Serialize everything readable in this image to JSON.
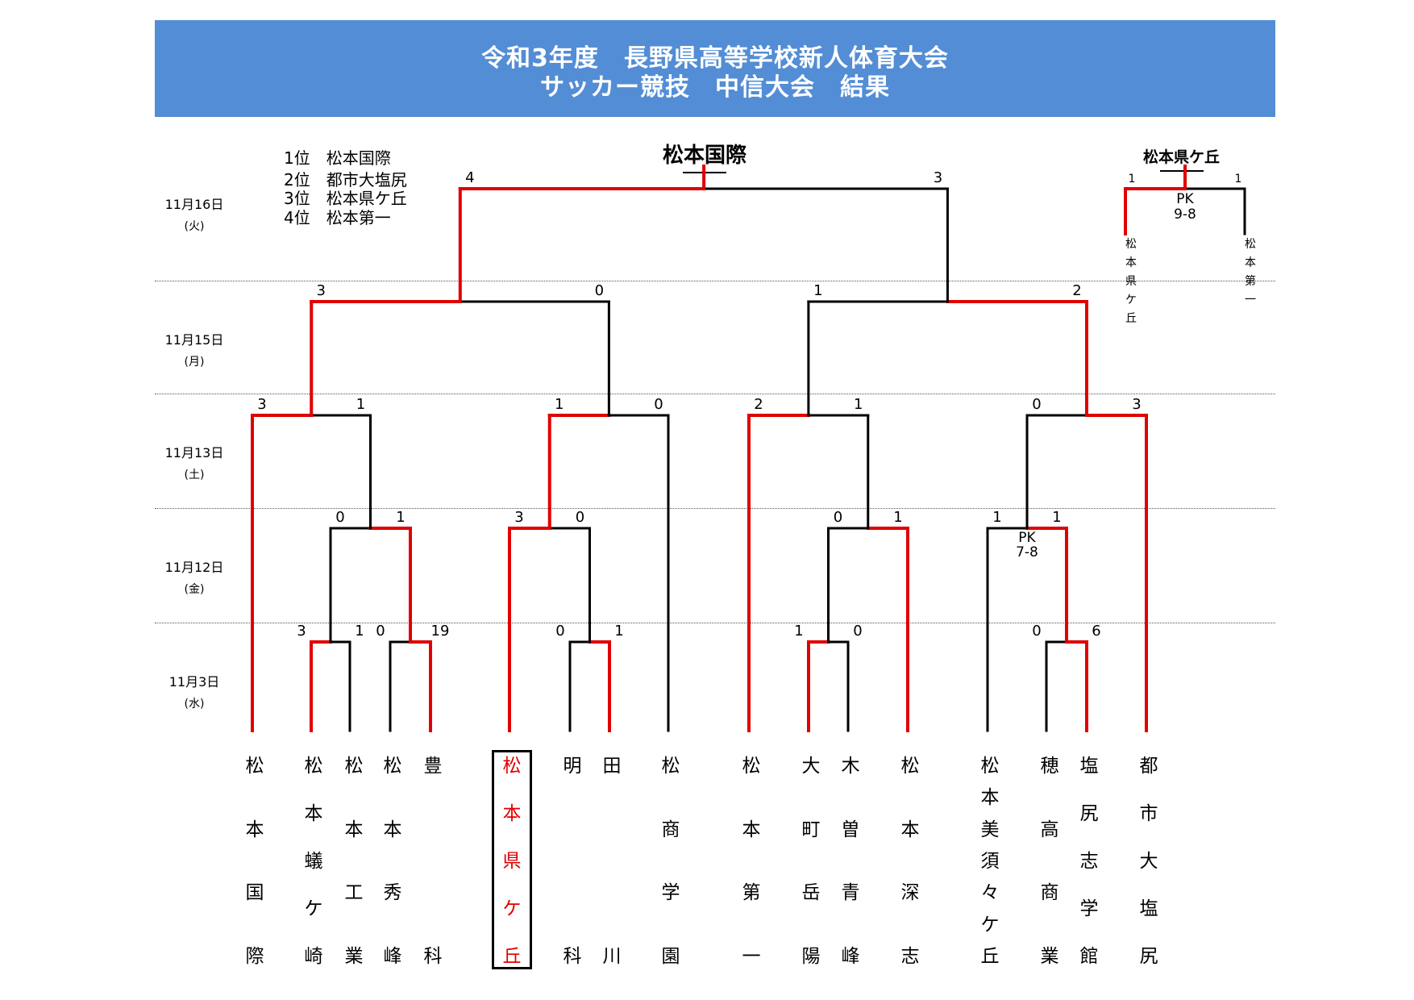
{
  "header": {
    "line1": "令和3年度　長野県高等学校新人体育大会",
    "line2": "サッカー競技　中信大会　結果"
  },
  "rankings": [
    "1位　松本国際",
    "2位　都市大塩尻",
    "3位　松本県ケ丘",
    "4位　松本第一"
  ],
  "dates": [
    {
      "label": "11月16日",
      "weekday": "(火)"
    },
    {
      "label": "11月15日",
      "weekday": "(月)"
    },
    {
      "label": "11月13日",
      "weekday": "(土)"
    },
    {
      "label": "11月12日",
      "weekday": "(金)"
    },
    {
      "label": "11月3日",
      "weekday": "(水)"
    }
  ],
  "champion": "松本国際",
  "third_place": {
    "winner": "松本県ケ丘",
    "left_name": "松本県ケ丘",
    "right_name": "松本第一",
    "left_score": "1",
    "right_score": "1",
    "pk_label": "PK",
    "pk_score": "9-8"
  },
  "colors": {
    "header_bg": "#538dd5",
    "winner_line": "#e00000",
    "loser_line": "#000000"
  },
  "teams": [
    "松本国際",
    "松本蟻ケ崎",
    "松本工業",
    "松本秀峰",
    "豊科",
    "松本県ケ丘",
    "明科",
    "田川",
    "松商学園",
    "松本第一",
    "大町岳陽",
    "木曽青峰",
    "松本深志",
    "松本美須々ケ丘",
    "穂高商業",
    "塩尻志学館",
    "都市大塩尻"
  ],
  "team_display": [
    [
      "松",
      "本",
      "国",
      "際"
    ],
    [
      "松",
      "本",
      "蟻",
      "ケ",
      "崎"
    ],
    [
      "松",
      "本",
      "工",
      "業"
    ],
    [
      "松",
      "本",
      "秀",
      "峰"
    ],
    [
      "豊",
      "科"
    ],
    [
      "松",
      "本",
      "県",
      "ケ",
      "丘"
    ],
    [
      "明",
      "科"
    ],
    [
      "田",
      "川"
    ],
    [
      "松",
      "商",
      "学",
      "園"
    ],
    [
      "松",
      "本",
      "第",
      "一"
    ],
    [
      "大",
      "町",
      "岳",
      "陽"
    ],
    [
      "木",
      "曽",
      "青",
      "峰"
    ],
    [
      "松",
      "本",
      "深",
      "志"
    ],
    [
      "松",
      "本",
      "美",
      "須",
      "々",
      "ケ",
      "丘"
    ],
    [
      "穂",
      "高",
      "商",
      "業"
    ],
    [
      "塩",
      "尻",
      "志",
      "学",
      "館"
    ],
    [
      "都",
      "市",
      "大",
      "塩",
      "尻"
    ]
  ],
  "highlight_team": "松本県ケ丘",
  "rounds": {
    "r1_nov3": [
      {
        "teams": [
          "松本蟻ケ崎",
          "松本工業"
        ],
        "scores": [
          "3",
          "1"
        ],
        "winner": 0
      },
      {
        "teams": [
          "松本秀峰",
          "豊科"
        ],
        "scores": [
          "0",
          "19"
        ],
        "winner": 1
      },
      {
        "teams": [
          "明科",
          "田川"
        ],
        "scores": [
          "0",
          "1"
        ],
        "winner": 1
      },
      {
        "teams": [
          "大町岳陽",
          "木曽青峰"
        ],
        "scores": [
          "1",
          "0"
        ],
        "winner": 0
      },
      {
        "teams": [
          "穂高商業",
          "塩尻志学館"
        ],
        "scores": [
          "0",
          "6"
        ],
        "winner": 1
      }
    ],
    "r2_nov12": [
      {
        "teams": [
          "松本蟻ケ崎",
          "豊科"
        ],
        "scores": [
          "0",
          "1"
        ],
        "winner": 1
      },
      {
        "teams": [
          "松本県ケ丘",
          "田川"
        ],
        "scores": [
          "3",
          "0"
        ],
        "winner": 0
      },
      {
        "teams": [
          "大町岳陽",
          "松本深志"
        ],
        "scores": [
          "0",
          "1"
        ],
        "winner": 1
      },
      {
        "teams": [
          "松本美須々ケ丘",
          "塩尻志学館"
        ],
        "scores": [
          "1",
          "1"
        ],
        "winner": 1,
        "pk_label": "PK",
        "pk_score": "7-8"
      }
    ],
    "r3_nov13": [
      {
        "teams": [
          "松本国際",
          "豊科"
        ],
        "scores": [
          "3",
          "1"
        ],
        "winner": 0
      },
      {
        "teams": [
          "松本県ケ丘",
          "松商学園"
        ],
        "scores": [
          "1",
          "0"
        ],
        "winner": 0
      },
      {
        "teams": [
          "松本第一",
          "松本深志"
        ],
        "scores": [
          "2",
          "1"
        ],
        "winner": 0
      },
      {
        "teams": [
          "塩尻志学館",
          "都市大塩尻"
        ],
        "scores": [
          "0",
          "3"
        ],
        "winner": 1
      }
    ],
    "semi_nov15": [
      {
        "teams": [
          "松本国際",
          "松本県ケ丘"
        ],
        "scores": [
          "3",
          "0"
        ],
        "winner": 0
      },
      {
        "teams": [
          "松本第一",
          "都市大塩尻"
        ],
        "scores": [
          "1",
          "2"
        ],
        "winner": 1
      }
    ],
    "final_nov16": {
      "teams": [
        "松本国際",
        "都市大塩尻"
      ],
      "scores": [
        "4",
        "3"
      ],
      "winner": 0
    }
  }
}
